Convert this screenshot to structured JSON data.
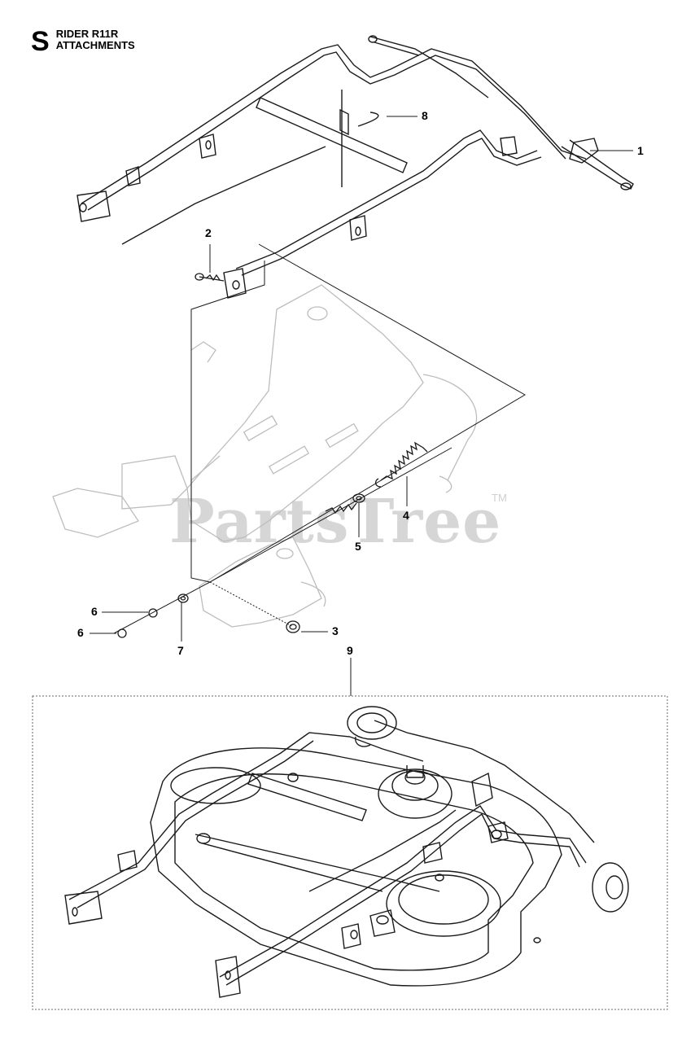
{
  "header": {
    "section_letter": "S",
    "model": "RIDER R11R",
    "subtitle": "ATTACHMENTS"
  },
  "watermark": {
    "text": "PartsTree",
    "trademark": "TM"
  },
  "callouts": [
    "1",
    "2",
    "3",
    "4",
    "5",
    "6",
    "6",
    "7",
    "8",
    "9"
  ],
  "colors": {
    "line": "#1a1a1a",
    "ghost": "#bdbdbd",
    "watermark": "#d6d6d6"
  }
}
